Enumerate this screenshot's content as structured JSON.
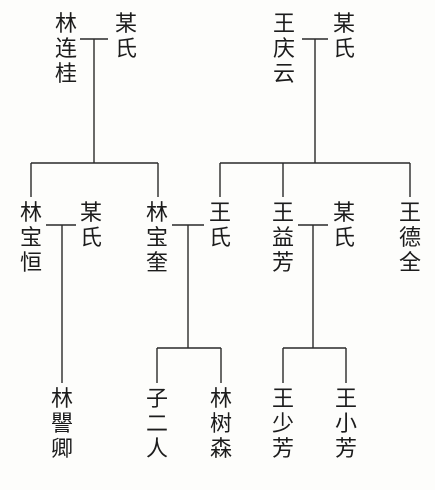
{
  "people": {
    "lin_lianguì": "林连桂",
    "lin_gen1_wife": "某氏",
    "wang_qingyun": "王庆云",
    "wang_gen1_wife": "某氏",
    "lin_baoheng": "林宝恒",
    "lin_baoheng_wife": "某氏",
    "lin_baokui": "林宝奎",
    "lin_baokui_wife": "王氏",
    "wang_yifang": "王益芳",
    "wang_yifang_wife": "某氏",
    "wang_dequan": "王德全",
    "lin_yuqing": "林譻卿",
    "zi_erren": "子二人",
    "lin_shusen": "林树森",
    "wang_shaofang": "王少芳",
    "wang_xiaofang": "王小芳"
  }
}
